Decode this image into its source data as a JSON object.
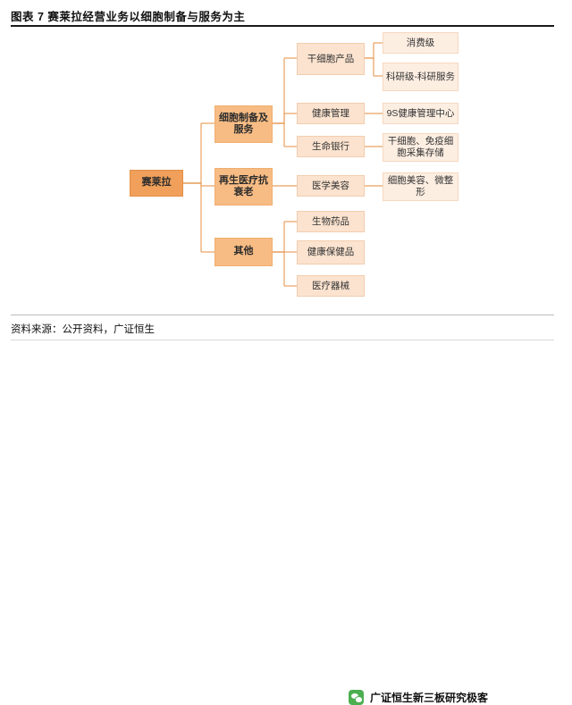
{
  "header": {
    "title": "图表 7 赛莱拉经营业务以细胞制备与服务为主"
  },
  "source": {
    "text": "资料来源：公开资料，广证恒生"
  },
  "footer": {
    "brand": "广证恒生新三板研究极客",
    "icon": "wechat-icon"
  },
  "diagram": {
    "type": "tree",
    "root": {
      "id": "root",
      "label": "赛莱拉"
    },
    "level1": [
      {
        "id": "l1-a",
        "label": "细胞制备及服务"
      },
      {
        "id": "l1-b",
        "label": "再生医疗抗衰老"
      },
      {
        "id": "l1-c",
        "label": "其他"
      }
    ],
    "level2": [
      {
        "id": "l2-a1",
        "parent": "l1-a",
        "label": "干细胞产品"
      },
      {
        "id": "l2-a2",
        "parent": "l1-a",
        "label": "健康管理"
      },
      {
        "id": "l2-a3",
        "parent": "l1-a",
        "label": "生命银行"
      },
      {
        "id": "l2-b1",
        "parent": "l1-b",
        "label": "医学美容"
      },
      {
        "id": "l2-c1",
        "parent": "l1-c",
        "label": "生物药品"
      },
      {
        "id": "l2-c2",
        "parent": "l1-c",
        "label": "健康保健品"
      },
      {
        "id": "l2-c3",
        "parent": "l1-c",
        "label": "医疗器械"
      }
    ],
    "level3": [
      {
        "id": "l3-1",
        "parent": "l2-a1",
        "label": "消费级"
      },
      {
        "id": "l3-2",
        "parent": "l2-a1",
        "label": "科研级-科研服务"
      },
      {
        "id": "l3-3",
        "parent": "l2-a2",
        "label": "9S健康管理中心"
      },
      {
        "id": "l3-4",
        "parent": "l2-a3",
        "label": "干细胞、免疫细胞采集存储"
      },
      {
        "id": "l3-5",
        "parent": "l2-b1",
        "label": "细胞美容、微整形"
      }
    ],
    "colors": {
      "root_fill": "#f0a05a",
      "level1_fill": "#f7bc84",
      "level2_fill": "#fbe3cf",
      "level3_fill": "#fdeee2",
      "line": "#e8a05f"
    }
  }
}
